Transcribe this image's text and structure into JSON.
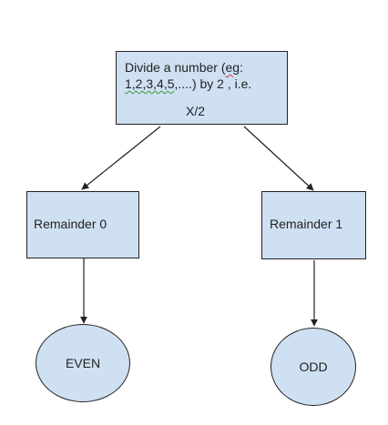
{
  "diagram": {
    "start": {
      "line1_pre": "Divide a number (",
      "line1_eg": "eg",
      "line1_post": ":",
      "line2_nums": "1,2,3,4,5",
      "line2_rest": ",....)  by 2 , i.e.",
      "line3": "X/2"
    },
    "left_box": {
      "label": "Remainder 0"
    },
    "right_box": {
      "label": "Remainder 1"
    },
    "left_result": {
      "label": "EVEN"
    },
    "right_result": {
      "label": "ODD"
    }
  },
  "colors": {
    "node_fill": "#cfe0f3",
    "stroke": "#222222",
    "spell_underline": "#d04040",
    "grammar_underline": "#3a9a3a"
  }
}
